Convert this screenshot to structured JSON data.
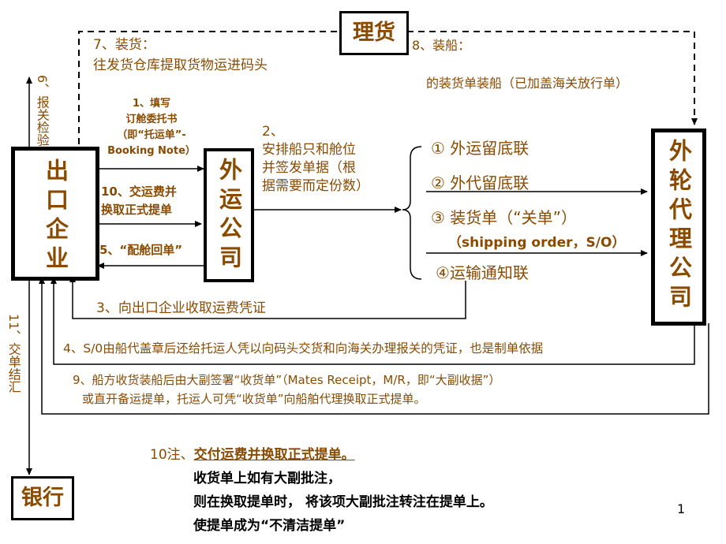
{
  "nodes": {
    "export_company": "出口企业",
    "shipping_agent": "外运公司",
    "foreign_ship_agent": "外轮代理公司",
    "cargo_handling": "理货",
    "bank": "银行"
  },
  "steps": {
    "s1": [
      "1、填写",
      "订舱委托书",
      "（即“托运单”-",
      "Booking Note）"
    ],
    "s2": [
      "2、",
      "安排船只和舱位",
      "并签发单据（根",
      "据需要而定份数）"
    ],
    "s3": "3、向出口企业收取运费凭证",
    "s4": "4、S/0由船代盖章后还给托运人凭以向码头交货和向海关办理报关的凭证，也是制单依据",
    "s5": "5、“配舱回单”",
    "s6": "6、报关检验",
    "s7": [
      "7、装货：",
      "往发货仓库提取货物运进码头"
    ],
    "s8": [
      "8、装船：",
      "的装货单装船（已加盖海关放行单）"
    ],
    "s9": [
      "9、船方收货装船后由大副签署“收货单”（Mates Receipt，M/R，即“大副收据”）",
      "或直开备运提单，托运人可凭“收货单”向船舶代理换取正式提单。"
    ],
    "s10": [
      "10、交运费并",
      "换取正式提单"
    ],
    "s11": "11、交单结汇"
  },
  "documents": [
    "①  外运留底联",
    "② 外代留底联",
    "③ 装货单（“关单”）",
    "（shipping order，S/O）",
    "④运输通知联"
  ],
  "note": {
    "title_prefix": "10注、",
    "title_main": "交付运费并换取正式提单。",
    "lines": [
      "收货单上如有大副批注，",
      "则在换取提单时，  将该项大副批注转注在提单上。",
      "使提单成为“不清洁提单”"
    ]
  },
  "page_number": "1",
  "colors": {
    "node_text": "#8a4b00",
    "line": "#000000",
    "dashed": "#000000"
  }
}
